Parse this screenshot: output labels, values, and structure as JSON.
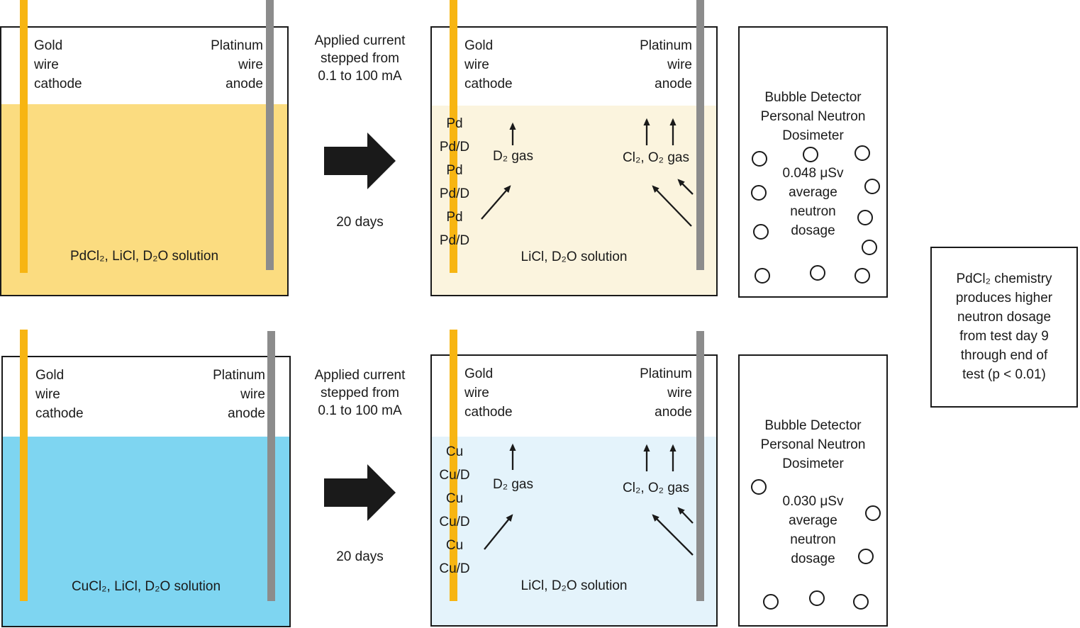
{
  "colors": {
    "outline": "#1a1a1a",
    "gold_wire": "#F7B512",
    "platinum_wire": "#8C8C8C",
    "pdcl2_solution": "#FBDC80",
    "top_after_solution": "#FBF4DE",
    "cucl2_solution": "#7ED5F1",
    "bottom_after_solution": "#E4F3FB"
  },
  "shared": {
    "cathode_label": "Gold\nwire\ncathode",
    "anode_label": "Platinum\nwire\nanode",
    "process_label": "Applied current\nstepped from\n0.1 to 100 mA",
    "duration_label": "20 days",
    "d2_gas_label": "D₂ gas",
    "cl2_o2_gas_label": "Cl₂, O₂ gas",
    "after_solution_label": "LiCl, D₂O solution",
    "dosimeter_title": "Bubble Detector\nPersonal Neutron\nDosimeter"
  },
  "pd_experiment": {
    "before_solution_label": "PdCl₂, LiCl, D₂O solution",
    "deposit_layers": [
      "Pd",
      "Pd/D",
      "Pd",
      "Pd/D",
      "Pd",
      "Pd/D"
    ],
    "dosimeter_reading": "0.048 μSv\naverage\nneutron\ndosage",
    "bubble_count": 11
  },
  "cu_experiment": {
    "before_solution_label": "CuCl₂, LiCl, D₂O solution",
    "deposit_layers": [
      "Cu",
      "Cu/D",
      "Cu",
      "Cu/D",
      "Cu",
      "Cu/D"
    ],
    "dosimeter_reading": "0.030 μSv\naverage\nneutron\ndosage",
    "bubble_count": 6
  },
  "conclusion_note": "PdCl₂ chemistry\nproduces higher\nneutron dosage\nfrom test day 9\nthrough end of\ntest (p < 0.01)"
}
